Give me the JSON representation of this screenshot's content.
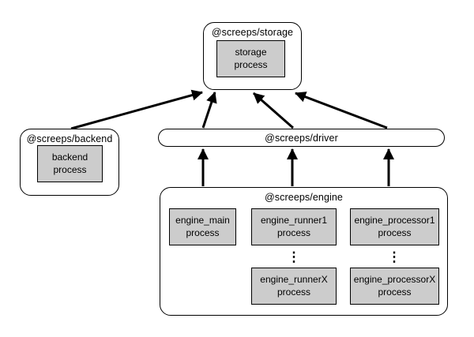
{
  "colors": {
    "background": "#ffffff",
    "process_box_fill": "#cccccc",
    "line": "#000000"
  },
  "nodes": {
    "storage": {
      "label": "@screeps/storage",
      "process": "storage\nprocess"
    },
    "backend": {
      "label": "@screeps/backend",
      "process": "backend\nprocess"
    },
    "driver": {
      "label": "@screeps/driver"
    },
    "engine": {
      "label": "@screeps/engine",
      "ellipsis": "⋮",
      "processes": {
        "main": "engine_main\nprocess",
        "runner1": "engine_runner1\nprocess",
        "processor1": "engine_processor1\nprocess",
        "runnerX": "engine_runnerX\nprocess",
        "processorX": "engine_processorX\nprocess"
      }
    }
  },
  "connections": [
    {
      "from": "backend",
      "to": "storage"
    },
    {
      "from": "driver",
      "to": "storage",
      "position": "left"
    },
    {
      "from": "driver",
      "to": "storage",
      "position": "middle"
    },
    {
      "from": "driver",
      "to": "storage",
      "position": "right"
    },
    {
      "from": "engine",
      "to": "driver",
      "position": "left"
    },
    {
      "from": "engine",
      "to": "driver",
      "position": "middle"
    },
    {
      "from": "engine",
      "to": "driver",
      "position": "right"
    }
  ]
}
